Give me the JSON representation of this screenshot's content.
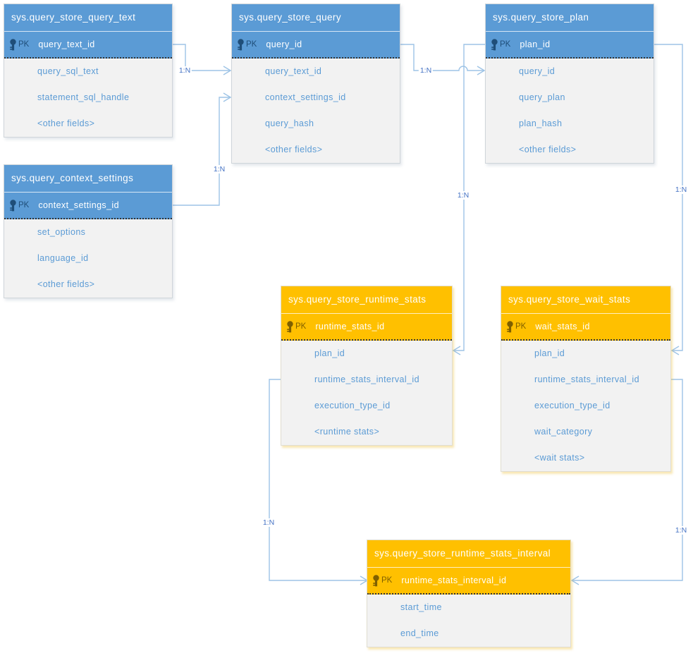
{
  "pk_label": "PK",
  "colors": {
    "blue_header": "#5b9bd5",
    "blue_key": "#1f4e79",
    "orange_header": "#ffc000",
    "orange_key": "#7f6000",
    "field_text": "#5b9bd5",
    "body_background": "#f2f2f2",
    "connector_line": "#9dc3e6",
    "cardinality_text": "#4472c4"
  },
  "tables": [
    {
      "title": "sys.query_store_query_text",
      "theme": "blue",
      "pk": "query_text_id",
      "fields": [
        "query_sql_text",
        "statement_sql_handle",
        "<other fields>"
      ]
    },
    {
      "title": "sys.query_store_query",
      "theme": "blue",
      "pk": "query_id",
      "fields": [
        "query_text_id",
        "context_settings_id",
        "query_hash",
        "<other fields>"
      ]
    },
    {
      "title": "sys.query_store_plan",
      "theme": "blue",
      "pk": "plan_id",
      "fields": [
        "query_id",
        "query_plan",
        "plan_hash",
        "<other fields>"
      ]
    },
    {
      "title": "sys.query_context_settings",
      "theme": "blue",
      "pk": "context_settings_id",
      "fields": [
        "set_options",
        "language_id",
        "<other fields>"
      ]
    },
    {
      "title": "sys.query_store_runtime_stats",
      "theme": "orange",
      "pk": "runtime_stats_id",
      "fields": [
        "plan_id",
        "runtime_stats_interval_id",
        "execution_type_id",
        "<runtime stats>"
      ]
    },
    {
      "title": "sys.query_store_wait_stats",
      "theme": "orange",
      "pk": "wait_stats_id",
      "fields": [
        "plan_id",
        "runtime_stats_interval_id",
        "execution_type_id",
        "wait_category",
        "<wait stats>"
      ]
    },
    {
      "title": "sys.query_store_runtime_stats_interval",
      "theme": "orange",
      "pk": "runtime_stats_interval_id",
      "fields": [
        "start_time",
        "end_time"
      ]
    }
  ],
  "connections": [
    {
      "label": "1:N",
      "from": "sys.query_store_query_text.query_text_id",
      "to": "sys.query_store_query.query_text_id"
    },
    {
      "label": "1:N",
      "from": "sys.query_context_settings.context_settings_id",
      "to": "sys.query_store_query.context_settings_id"
    },
    {
      "label": "1:N",
      "from": "sys.query_store_query.query_id",
      "to": "sys.query_store_plan.query_id"
    },
    {
      "label": "1:N",
      "from": "sys.query_store_plan.plan_id",
      "to": "sys.query_store_runtime_stats.plan_id"
    },
    {
      "label": "1:N",
      "from": "sys.query_store_plan.plan_id",
      "to": "sys.query_store_wait_stats.plan_id"
    },
    {
      "label": "1:N",
      "from": "sys.query_store_runtime_stats.runtime_stats_interval_id",
      "to": "sys.query_store_runtime_stats_interval.runtime_stats_interval_id"
    },
    {
      "label": "1:N",
      "from": "sys.query_store_wait_stats.runtime_stats_interval_id",
      "to": "sys.query_store_runtime_stats_interval.runtime_stats_interval_id"
    }
  ]
}
